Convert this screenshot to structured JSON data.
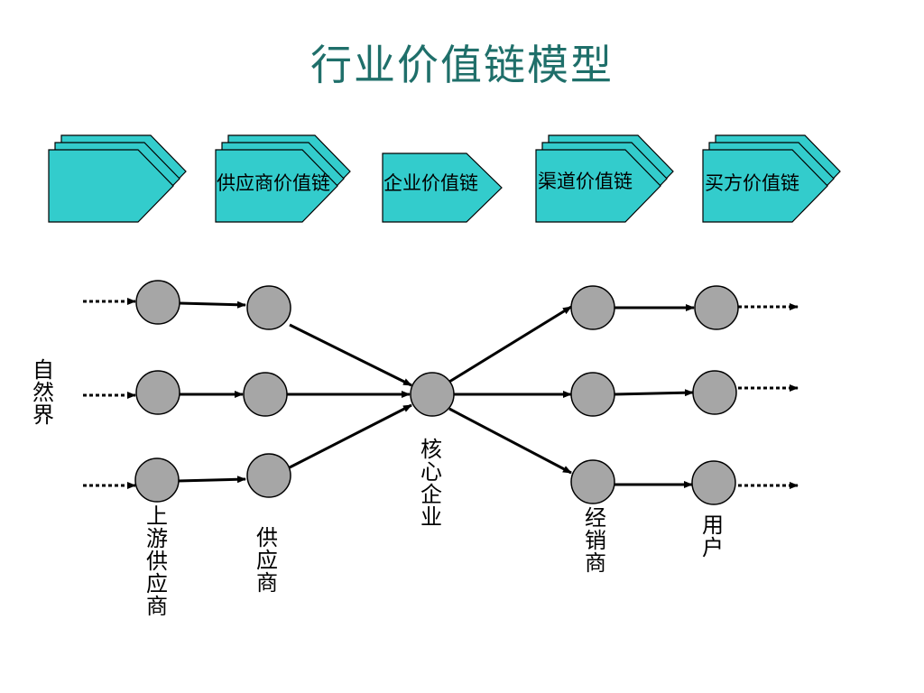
{
  "title": "行业价值链模型",
  "chains": [
    {
      "label": ""
    },
    {
      "label": "供应商价值链"
    },
    {
      "label": "企业价值链"
    },
    {
      "label": "渠道价值链"
    },
    {
      "label": "买方价值链"
    }
  ],
  "labels": {
    "nature": "自然界",
    "upstream": "上游供应商",
    "supplier": "供应商",
    "core": "核心企业",
    "distributor": "经销商",
    "user": "用户"
  },
  "colors": {
    "chevron_fill": "#33cccc",
    "node_fill": "#a6a6a6",
    "title": "#1f6f6a",
    "stroke": "#000000"
  }
}
